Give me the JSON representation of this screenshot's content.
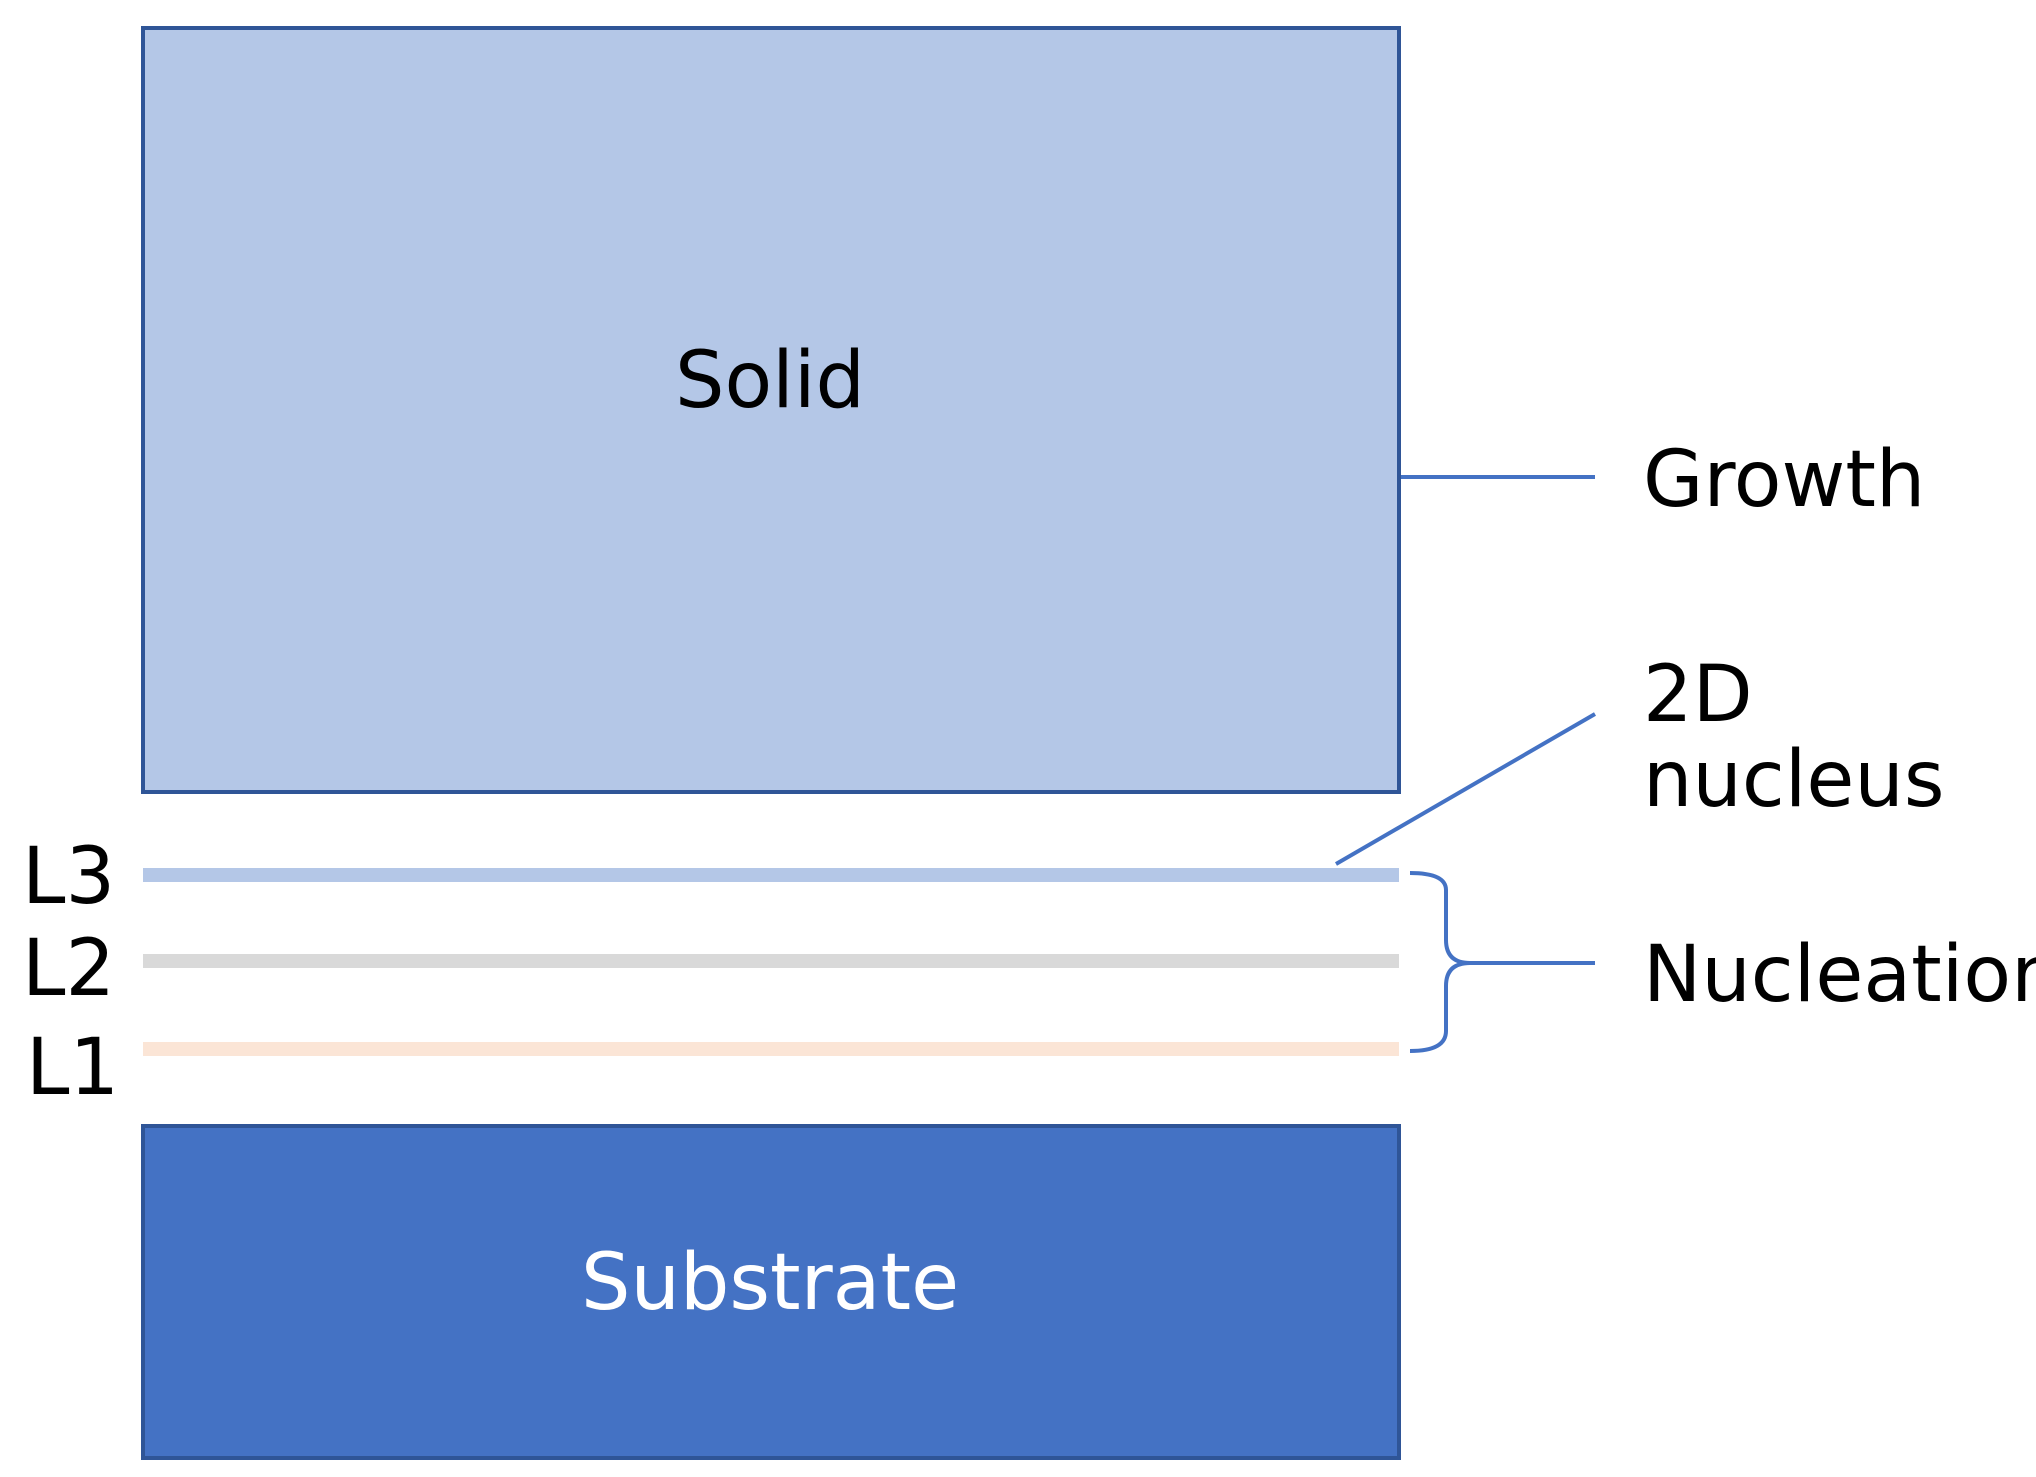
{
  "colors": {
    "solid_fill": "#B4C7E7",
    "solid_border": "#2F5597",
    "substrate_fill": "#4472C4",
    "substrate_border": "#2F5597",
    "layer_L3": "#B4C7E7",
    "layer_L2": "#D9D9D9",
    "layer_L1": "#FBE5D6",
    "connector": "#4472C4",
    "text": "#000000",
    "substrate_text": "#FFFFFF"
  },
  "blocks": {
    "solid_label": "Solid",
    "substrate_label": "Substrate"
  },
  "layers": [
    {
      "id": "L3",
      "label": "L3",
      "color_key": "layer_L3"
    },
    {
      "id": "L2",
      "label": "L2",
      "color_key": "layer_L2"
    },
    {
      "id": "L1",
      "label": "L1",
      "color_key": "layer_L1"
    }
  ],
  "annotations": {
    "growth": "Growth",
    "nucleus_line1": "2D",
    "nucleus_line2": "nucleus",
    "nucleation": "Nucleation"
  }
}
